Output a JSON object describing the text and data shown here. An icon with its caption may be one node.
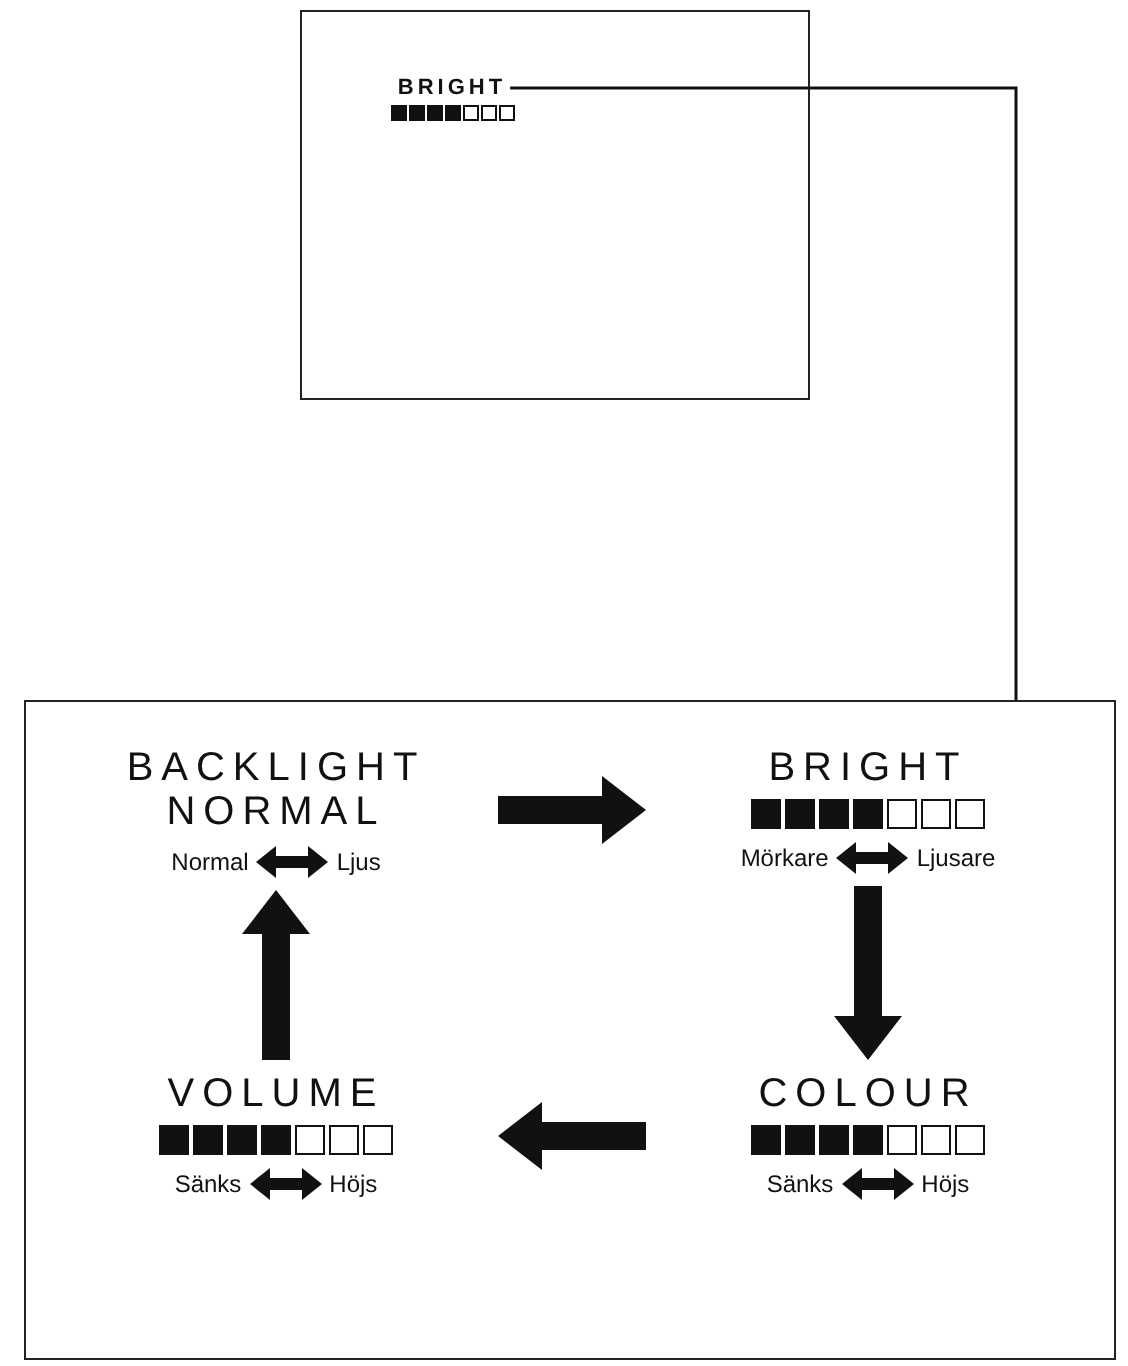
{
  "diagram": {
    "nodes": [
      {
        "text": [],
        "shape": "box"
      },
      {
        "text": [
          "BRIGHT"
        ],
        "in": 0
      },
      {
        "text": [],
        "shape": "box"
      },
      {
        "text": [
          "BACKLIGHT NORMAL",
          "Normal",
          "Ljus"
        ],
        "in": 2
      },
      {
        "text": [
          "BRIGHT",
          "Mörkare",
          "Ljusare"
        ],
        "in": 2
      },
      {
        "text": [
          "COLOUR",
          "Sänks",
          "Höjs"
        ],
        "in": 2
      },
      {
        "text": [
          "VOLUME",
          "Sänks",
          "Höjs"
        ],
        "in": 2
      }
    ],
    "edges": [
      {
        "from": 1,
        "to": 2,
        "arrow": "none"
      },
      {
        "from": 3,
        "to": 4,
        "arrow": "to"
      },
      {
        "from": 4,
        "to": 5,
        "arrow": "to"
      },
      {
        "from": 5,
        "to": 6,
        "arrow": "to"
      },
      {
        "from": 6,
        "to": 3,
        "arrow": "to"
      }
    ]
  }
}
